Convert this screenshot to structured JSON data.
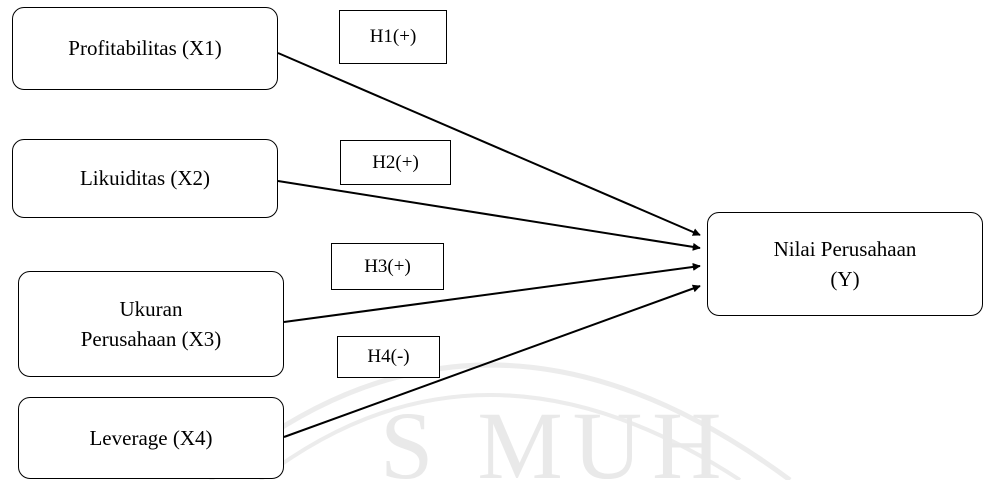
{
  "diagram": {
    "independent_variables": [
      {
        "id": "x1",
        "label": "Profitabilitas (X1)"
      },
      {
        "id": "x2",
        "label": "Likuiditas (X2)"
      },
      {
        "id": "x3",
        "label_line1": "Ukuran",
        "label_line2": "Perusahaan (X3)"
      },
      {
        "id": "x4",
        "label": "Leverage (X4)"
      }
    ],
    "dependent_variable": {
      "id": "y",
      "label_line1": "Nilai Perusahaan",
      "label_line2": "(Y)"
    },
    "hypotheses": [
      {
        "label": "H1(+)",
        "from": "x1",
        "to": "y"
      },
      {
        "label": "H2(+)",
        "from": "x2",
        "to": "y"
      },
      {
        "label": "H3(+)",
        "from": "x3",
        "to": "y"
      },
      {
        "label": "H4(-)",
        "from": "x4",
        "to": "y"
      }
    ],
    "watermark_text": "S MUH",
    "colors": {
      "line": "#000000",
      "box_border": "#000000",
      "watermark": "#e9e9e9"
    }
  }
}
